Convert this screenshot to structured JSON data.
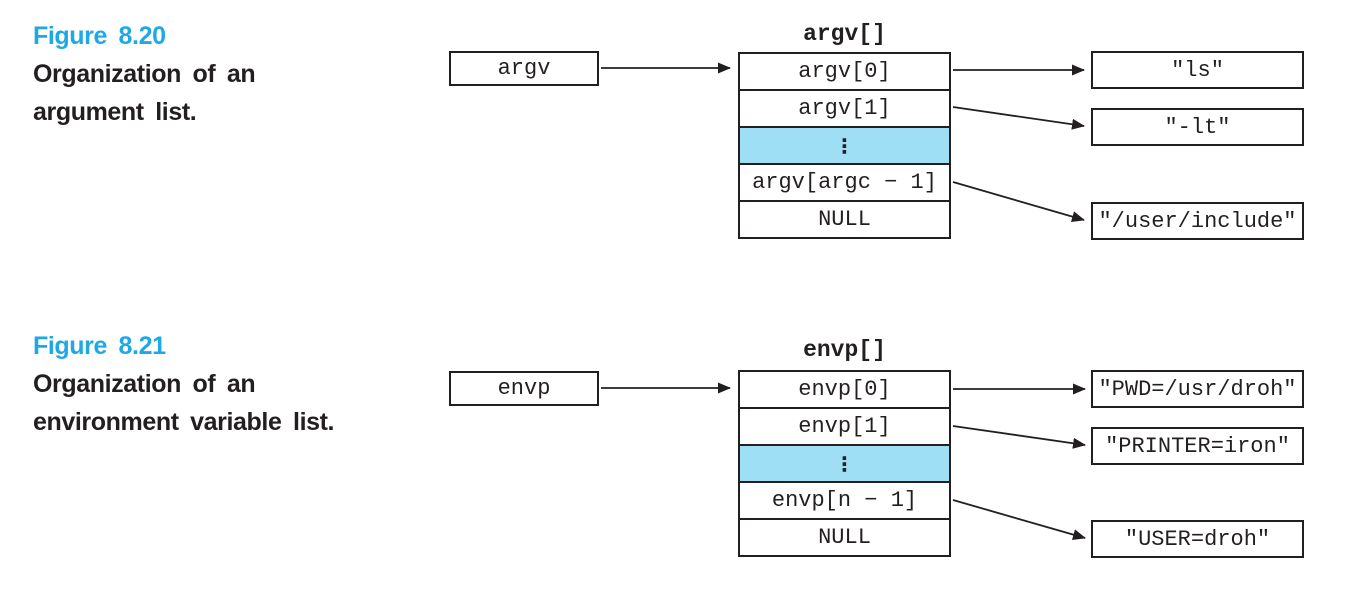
{
  "colors": {
    "accent": "#1ea9e4",
    "highlight": "#9edff6",
    "ink": "#231f20"
  },
  "fig820": {
    "label": "Figure 8.20",
    "caption_lines": [
      "Organization of an",
      "argument list."
    ],
    "pointer": "argv",
    "array_title": "argv[]",
    "rows": [
      "argv[0]",
      "argv[1]",
      "⋮",
      "argv[argc − 1]",
      "NULL"
    ],
    "strings": [
      "\"ls\"",
      "\"-lt\"",
      "\"/user/include\""
    ]
  },
  "fig821": {
    "label": "Figure 8.21",
    "caption_lines": [
      "Organization of an",
      "environment variable list."
    ],
    "pointer": "envp",
    "array_title": "envp[]",
    "rows": [
      "envp[0]",
      "envp[1]",
      "⋮",
      "envp[n − 1]",
      "NULL"
    ],
    "strings": [
      "\"PWD=/usr/droh\"",
      "\"PRINTER=iron\"",
      "\"USER=droh\""
    ]
  }
}
